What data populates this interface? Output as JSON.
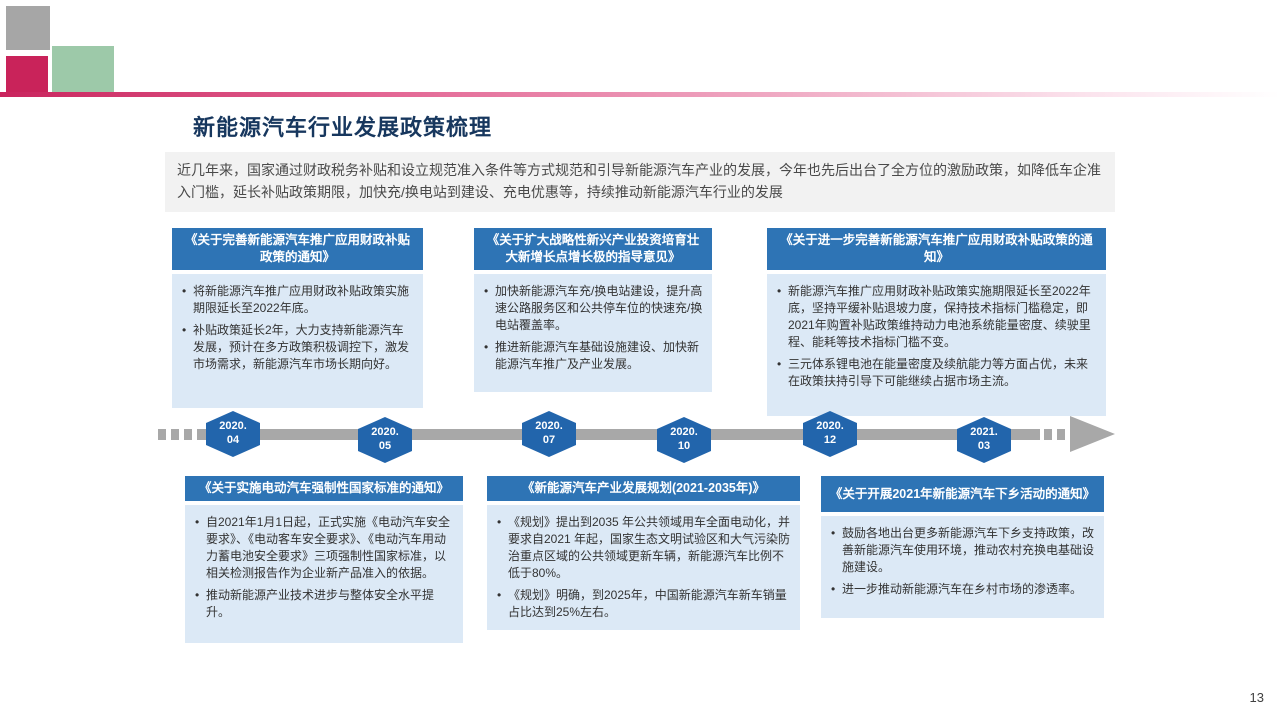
{
  "slide": {
    "title": "新能源汽车行业发展政策梳理",
    "intro": "近几年来，国家通过财政税务补贴和设立规范准入条件等方式规范和引导新能源汽车产业的发展，今年也先后出台了全方位的激励政策，如降低车企准入门槛，延长补贴政策期限，加快充/换电站到建设、充电优惠等，持续推动新能源汽车行业的发展",
    "page_number": "13"
  },
  "top_policies": [
    {
      "title": "《关于完善新能源汽车推广应用财政补贴政策的通知》",
      "bullets": [
        "将新能源汽车推广应用财政补贴政策实施期限延长至2022年底。",
        "补贴政策延长2年，大力支持新能源汽车发展，预计在多方政策积极调控下，激发市场需求，新能源汽车市场长期向好。"
      ]
    },
    {
      "title": "《关于扩大战略性新兴产业投资培育壮大新增长点增长极的指导意见》",
      "bullets": [
        "加快新能源汽车充/换电站建设，提升高速公路服务区和公共停车位的快速充/换电站覆盖率。",
        "推进新能源汽车基础设施建设、加快新能源汽车推广及产业发展。"
      ]
    },
    {
      "title": "《关于进一步完善新能源汽车推广应用财政补贴政策的通知》",
      "bullets": [
        "新能源汽车推广应用财政补贴政策实施期限延长至2022年底，坚持平缓补贴退坡力度，保持技术指标门槛稳定，即2021年购置补贴政策维持动力电池系统能量密度、续驶里程、能耗等技术指标门槛不变。",
        "三元体系锂电池在能量密度及续航能力等方面占优，未来在政策扶持引导下可能继续占据市场主流。"
      ]
    }
  ],
  "bottom_policies": [
    {
      "title": "《关于实施电动汽车强制性国家标准的通知》",
      "bullets": [
        "自2021年1月1日起，正式实施《电动汽车安全要求》、《电动客车安全要求》、《电动汽车用动力蓄电池安全要求》三项强制性国家标准，以相关检测报告作为企业新产品准入的依据。",
        "推动新能源产业技术进步与整体安全水平提升。"
      ]
    },
    {
      "title": "《新能源汽车产业发展规划(2021-2035年)》",
      "bullets": [
        "《规划》提出到2035 年公共领域用车全面电动化，并要求自2021 年起，国家生态文明试验区和大气污染防治重点区域的公共领域更新车辆，新能源汽车比例不低于80%。",
        "《规划》明确，到2025年，中国新能源汽车新车销量占比达到25%左右。"
      ]
    },
    {
      "title": "《关于开展2021年新能源汽车下乡活动的通知》",
      "bullets": [
        "鼓励各地出台更多新能源汽车下乡支持政策，改善新能源汽车使用环境，推动农村充换电基础设施建设。",
        "进一步推动新能源汽车在乡村市场的渗透率。"
      ]
    }
  ],
  "timeline": {
    "badges": [
      {
        "year": "2020.",
        "month": "04"
      },
      {
        "year": "2020.",
        "month": "05"
      },
      {
        "year": "2020.",
        "month": "07"
      },
      {
        "year": "2020.",
        "month": "10"
      },
      {
        "year": "2020.",
        "month": "12"
      },
      {
        "year": "2021.",
        "month": "03"
      }
    ]
  },
  "colors": {
    "header_blue": "#2E74B5",
    "content_blue": "#DCE9F6",
    "badge_blue": "#2265AC",
    "timeline_gray": "#A8A8A8",
    "title_navy": "#17375E",
    "accent_pink": "#C9245D",
    "accent_green": "#9DC9A9",
    "accent_gray": "#A6A6A6"
  }
}
